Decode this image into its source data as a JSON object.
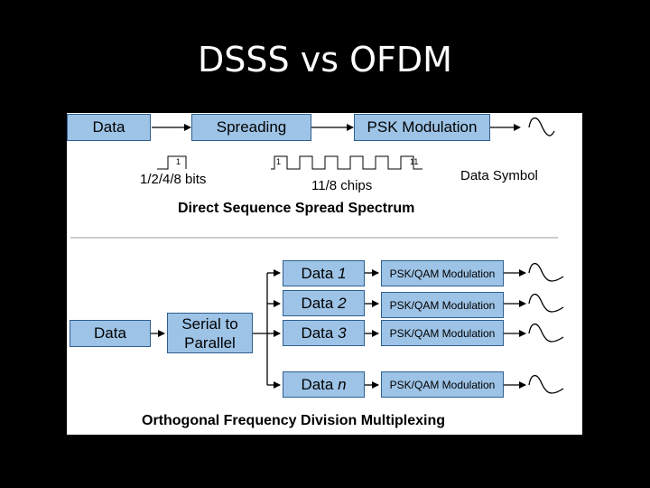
{
  "slide": {
    "title": "DSSS vs OFDM"
  },
  "dsss": {
    "data_label": "Data",
    "spreading_label": "Spreading",
    "psk_label": "PSK Modulation",
    "bits_tick": "1",
    "bits_label": "1/2/4/8 bits",
    "chips_tick_start": "1",
    "chips_tick_end": "11",
    "chips_label": "11/8 chips",
    "symbol_label": "Data Symbol",
    "caption": "Direct Sequence Spread Spectrum"
  },
  "ofdm": {
    "data_label": "Data",
    "serial_line1": "Serial to",
    "serial_line2": "Parallel",
    "channels": [
      {
        "data_prefix": "Data ",
        "data_index": "1",
        "modulation": "PSK/QAM Modulation"
      },
      {
        "data_prefix": "Data ",
        "data_index": "2",
        "modulation": "PSK/QAM Modulation"
      },
      {
        "data_prefix": "Data ",
        "data_index": "3",
        "modulation": "PSK/QAM Modulation"
      },
      {
        "data_prefix": "Data ",
        "data_index": "n",
        "modulation": "PSK/QAM Modulation"
      }
    ],
    "caption": "Orthogonal Frequency Division Multiplexing"
  }
}
